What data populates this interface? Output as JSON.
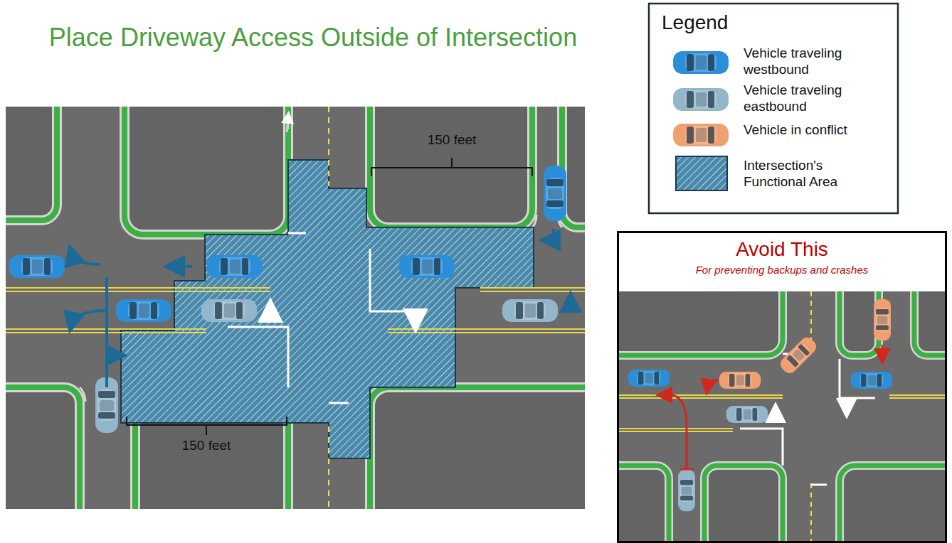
{
  "diagram": {
    "title": "Place Driveway Access Outside of Intersection",
    "nodes": [
      {
        "text": [
          "Avoid This",
          "For preventing backups and crashes"
        ]
      }
    ],
    "labels": [
      "Legend",
      "150 feet",
      "150 feet"
    ],
    "legend": [
      {
        "text": "Vehicle traveling westbound"
      },
      {
        "text": "Vehicle traveling eastbound"
      },
      {
        "text": "Vehicle in conflict"
      },
      {
        "text": "Intersection's Functional Area"
      }
    ]
  }
}
